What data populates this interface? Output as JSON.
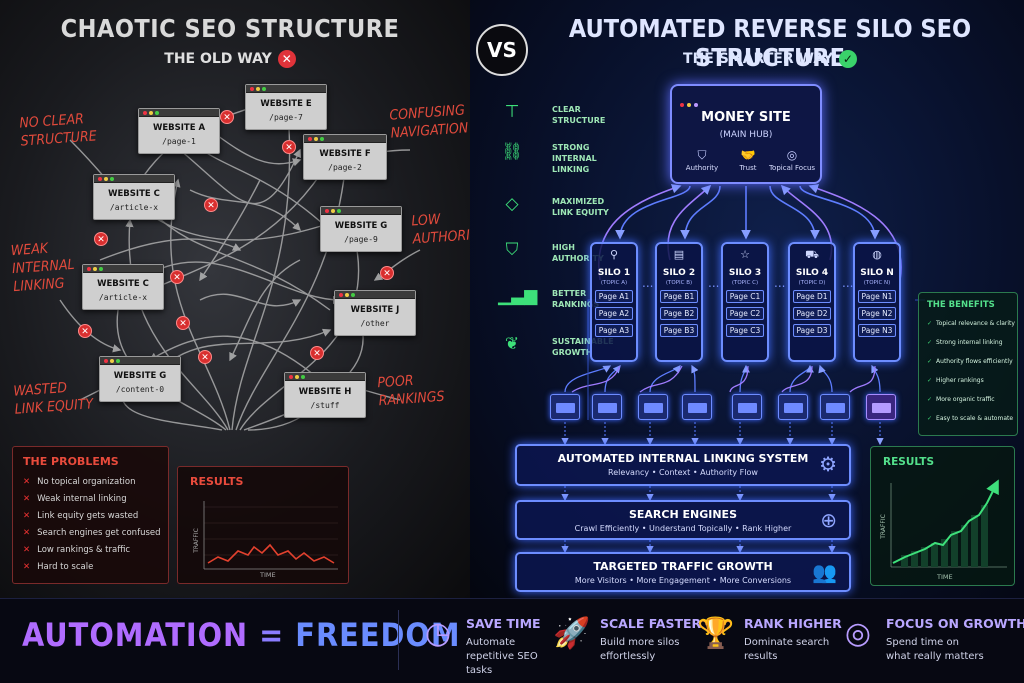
{
  "left": {
    "title": "CHAOTIC SEO STRUCTURE",
    "subtitle": "THE OLD WAY",
    "sites": [
      {
        "name": "WEBSITE A",
        "path": "/page-1"
      },
      {
        "name": "WEBSITE E",
        "path": "/page-7"
      },
      {
        "name": "WEBSITE F",
        "path": "/page-2"
      },
      {
        "name": "WEBSITE C",
        "path": "/article-x"
      },
      {
        "name": "WEBSITE G",
        "path": "/page-9"
      },
      {
        "name": "WEBSITE C",
        "path": "/article-x"
      },
      {
        "name": "WEBSITE J",
        "path": "/other"
      },
      {
        "name": "WEBSITE G",
        "path": "/content-0"
      },
      {
        "name": "WEBSITE H",
        "path": "/stuff"
      }
    ],
    "notes": {
      "no_clear": "NO CLEAR\nSTRUCTURE",
      "confusing": "CONFUSING\nNAVIGATION",
      "weak": "WEAK\nINTERNAL\nLINKING",
      "low": "LOW\nAUTHORITY",
      "wasted": "WASTED\nLINK EQUITY",
      "poor": "POOR\nRANKINGS"
    },
    "problems_title": "THE PROBLEMS",
    "problems": [
      "No topical organization",
      "Weak internal linking",
      "Link equity gets wasted",
      "Search engines get confused",
      "Low rankings & traffic",
      "Hard to scale"
    ],
    "results_title": "RESULTS",
    "results_xlabel": "TIME",
    "results_ylabel": "TRAFFIC"
  },
  "vs": "VS",
  "right": {
    "title": "AUTOMATED REVERSE SILO SEO STRUCTURE",
    "subtitle": "THE SMARTER WAY",
    "money": {
      "title": "MONEY SITE",
      "sub": "(MAIN HUB)",
      "icons": [
        {
          "label": "Authority",
          "icon": "shield-star-icon"
        },
        {
          "label": "Trust",
          "icon": "handshake-icon"
        },
        {
          "label": "Topical Focus",
          "icon": "target-icon"
        }
      ]
    },
    "side_benefits": [
      {
        "label": "CLEAR\nSTRUCTURE",
        "icon": "hierarchy-icon"
      },
      {
        "label": "STRONG\nINTERNAL\nLINKING",
        "icon": "link-icon"
      },
      {
        "label": "MAXIMIZED\nLINK EQUITY",
        "icon": "diamond-icon"
      },
      {
        "label": "HIGH\nAUTHORITY",
        "icon": "shield-star-icon"
      },
      {
        "label": "BETTER\nRANKINGS",
        "icon": "bar-growth-icon"
      },
      {
        "label": "SUSTAINABLE\nGROWTH",
        "icon": "leaf-icon"
      }
    ],
    "silos": [
      {
        "name": "SILO 1",
        "topic": "(TOPIC A)",
        "pages": [
          "Page A1",
          "Page A2",
          "Page A3"
        ],
        "icon": "search-icon"
      },
      {
        "name": "SILO 2",
        "topic": "(TOPIC B)",
        "pages": [
          "Page B1",
          "Page B2",
          "Page B3"
        ],
        "icon": "document-icon"
      },
      {
        "name": "SILO 3",
        "topic": "(TOPIC C)",
        "pages": [
          "Page C1",
          "Page C2",
          "Page C3"
        ],
        "icon": "star-icon"
      },
      {
        "name": "SILO 4",
        "topic": "(TOPIC D)",
        "pages": [
          "Page D1",
          "Page D2",
          "Page D3"
        ],
        "icon": "cart-icon"
      },
      {
        "name": "SILO N",
        "topic": "(TOPIC N)",
        "pages": [
          "Page N1",
          "Page N2",
          "Page N3"
        ],
        "icon": "globe-icon"
      }
    ],
    "ellipsis": "...",
    "benefits_title": "THE BENEFITS",
    "benefits": [
      "Topical relevance & clarity",
      "Strong internal linking",
      "Authority flows efficiently",
      "Higher rankings",
      "More organic traffic",
      "Easy to scale & automate"
    ],
    "systems": [
      {
        "title": "AUTOMATED INTERNAL LINKING SYSTEM",
        "sub": "Relevancy  •  Context  •  Authority Flow",
        "icon": "gears-icon"
      },
      {
        "title": "SEARCH ENGINES",
        "sub": "Crawl Efficiently  •  Understand Topically  •  Rank Higher",
        "icon": "magnifier-icon"
      },
      {
        "title": "TARGETED TRAFFIC GROWTH",
        "sub": "More Visitors  •  More Engagement  •  More Conversions",
        "icon": "users-icon"
      }
    ],
    "results_title": "RESULTS",
    "results_xlabel": "TIME",
    "results_ylabel": "TRAFFIC"
  },
  "bottom": {
    "auto_a": "AUTOMATION",
    "auto_eq": " = ",
    "auto_b": "FREEDOM",
    "features": [
      {
        "title": "SAVE TIME",
        "desc": "Automate repetitive SEO tasks",
        "icon": "clock-icon"
      },
      {
        "title": "SCALE FASTER",
        "desc": "Build more silos effortlessly",
        "icon": "rocket-icon"
      },
      {
        "title": "RANK HIGHER",
        "desc": "Dominate search results",
        "icon": "trophy-icon"
      },
      {
        "title": "FOCUS ON GROWTH",
        "desc": "Spend time on what really matters",
        "icon": "target-arrow-icon"
      }
    ]
  },
  "colors": {
    "red": "#e0333a",
    "green": "#3ad26a",
    "blue": "#6d8dff",
    "purple": "#b06cff"
  }
}
